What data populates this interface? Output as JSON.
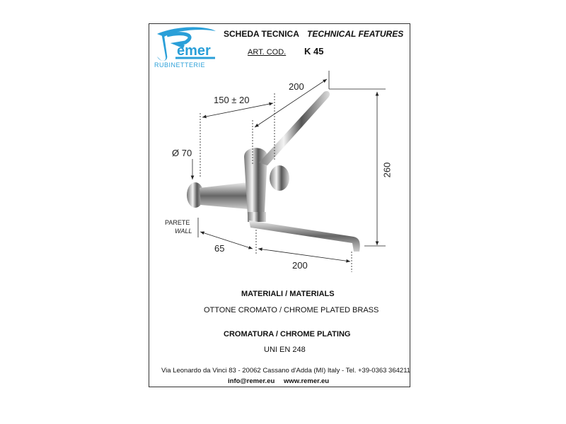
{
  "header": {
    "logo_text": "Remer",
    "logo_subtitle": "RUBINETTERIE",
    "title_it": "SCHEDA TECNICA",
    "title_en": "TECHNICAL FEATURES",
    "art_cod_label": "ART. COD.",
    "art_cod_value": "K 45"
  },
  "colors": {
    "brand": "#2a9fd8"
  },
  "drawing": {
    "dim_handle": "200",
    "dim_distance": "150 ± 20",
    "dim_diameter": "Ø 70",
    "dim_height": "260",
    "wall_it": "PARETE",
    "wall_en": "WALL",
    "dim_wall_offset": "65",
    "dim_spout": "200"
  },
  "specs": {
    "materials_heading": "MATERIALI / MATERIALS",
    "materials_value": "OTTONE CROMATO / CHROME PLATED BRASS",
    "plating_heading": "CROMATURA / CHROME PLATING",
    "plating_value": "UNI EN 248"
  },
  "footer": {
    "address": "Via Leonardo da Vinci 83 -  20062 Cassano d'Adda (MI) Italy - Tel. +39-0363  364211",
    "email": "info@remer.eu",
    "website": "www.remer.eu"
  }
}
